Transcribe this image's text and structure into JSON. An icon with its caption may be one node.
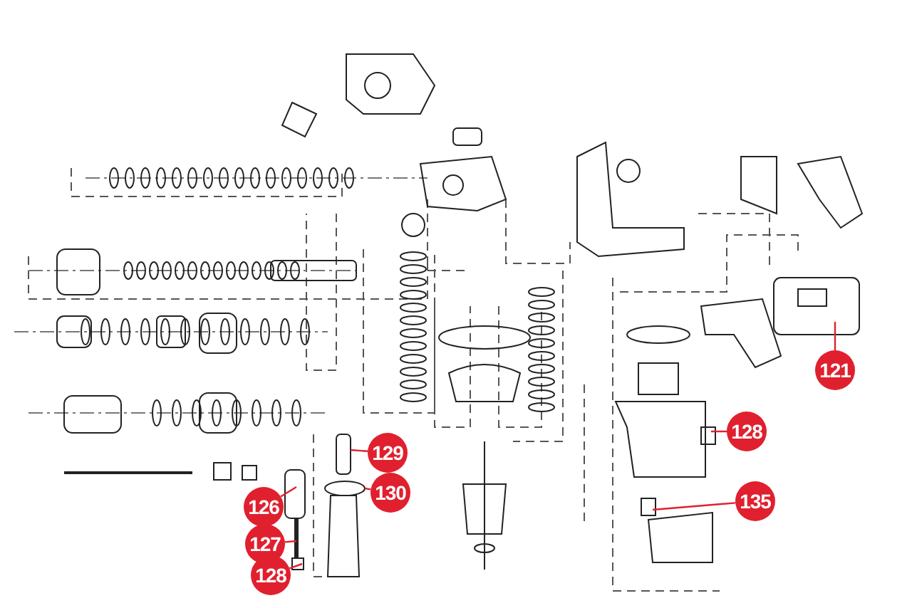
{
  "diagram": {
    "nodes": [
      {
        "text": [
          "121"
        ]
      },
      {
        "text": [
          "128"
        ]
      },
      {
        "text": [
          "135"
        ]
      },
      {
        "text": [
          "129"
        ]
      },
      {
        "text": [
          "130"
        ]
      },
      {
        "text": [
          "126"
        ]
      },
      {
        "text": [
          "127"
        ]
      },
      {
        "text": [
          "128"
        ]
      }
    ],
    "edges": [
      {
        "from": 0,
        "to": null,
        "arrow": "none"
      },
      {
        "from": 1,
        "to": null,
        "arrow": "none"
      },
      {
        "from": 2,
        "to": null,
        "arrow": "none"
      },
      {
        "from": 3,
        "to": null,
        "arrow": "none"
      },
      {
        "from": 4,
        "to": null,
        "arrow": "none"
      },
      {
        "from": 5,
        "to": null,
        "arrow": "none"
      },
      {
        "from": 6,
        "to": null,
        "arrow": "none"
      },
      {
        "from": 7,
        "to": null,
        "arrow": "none"
      }
    ]
  }
}
